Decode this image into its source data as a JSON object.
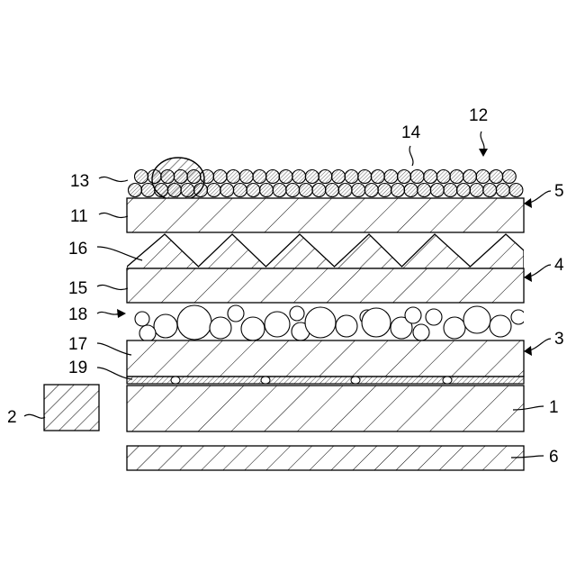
{
  "labels": {
    "l1": "1",
    "l2": "2",
    "l3": "3",
    "l4": "4",
    "l5": "5",
    "l6": "6",
    "l11": "11",
    "l12": "12",
    "l13": "13",
    "l14": "14",
    "l15": "15",
    "l16": "16",
    "l17": "17",
    "l18": "18",
    "l19": "19"
  },
  "colors": {
    "ink": "#000000",
    "paper": "#ffffff"
  }
}
